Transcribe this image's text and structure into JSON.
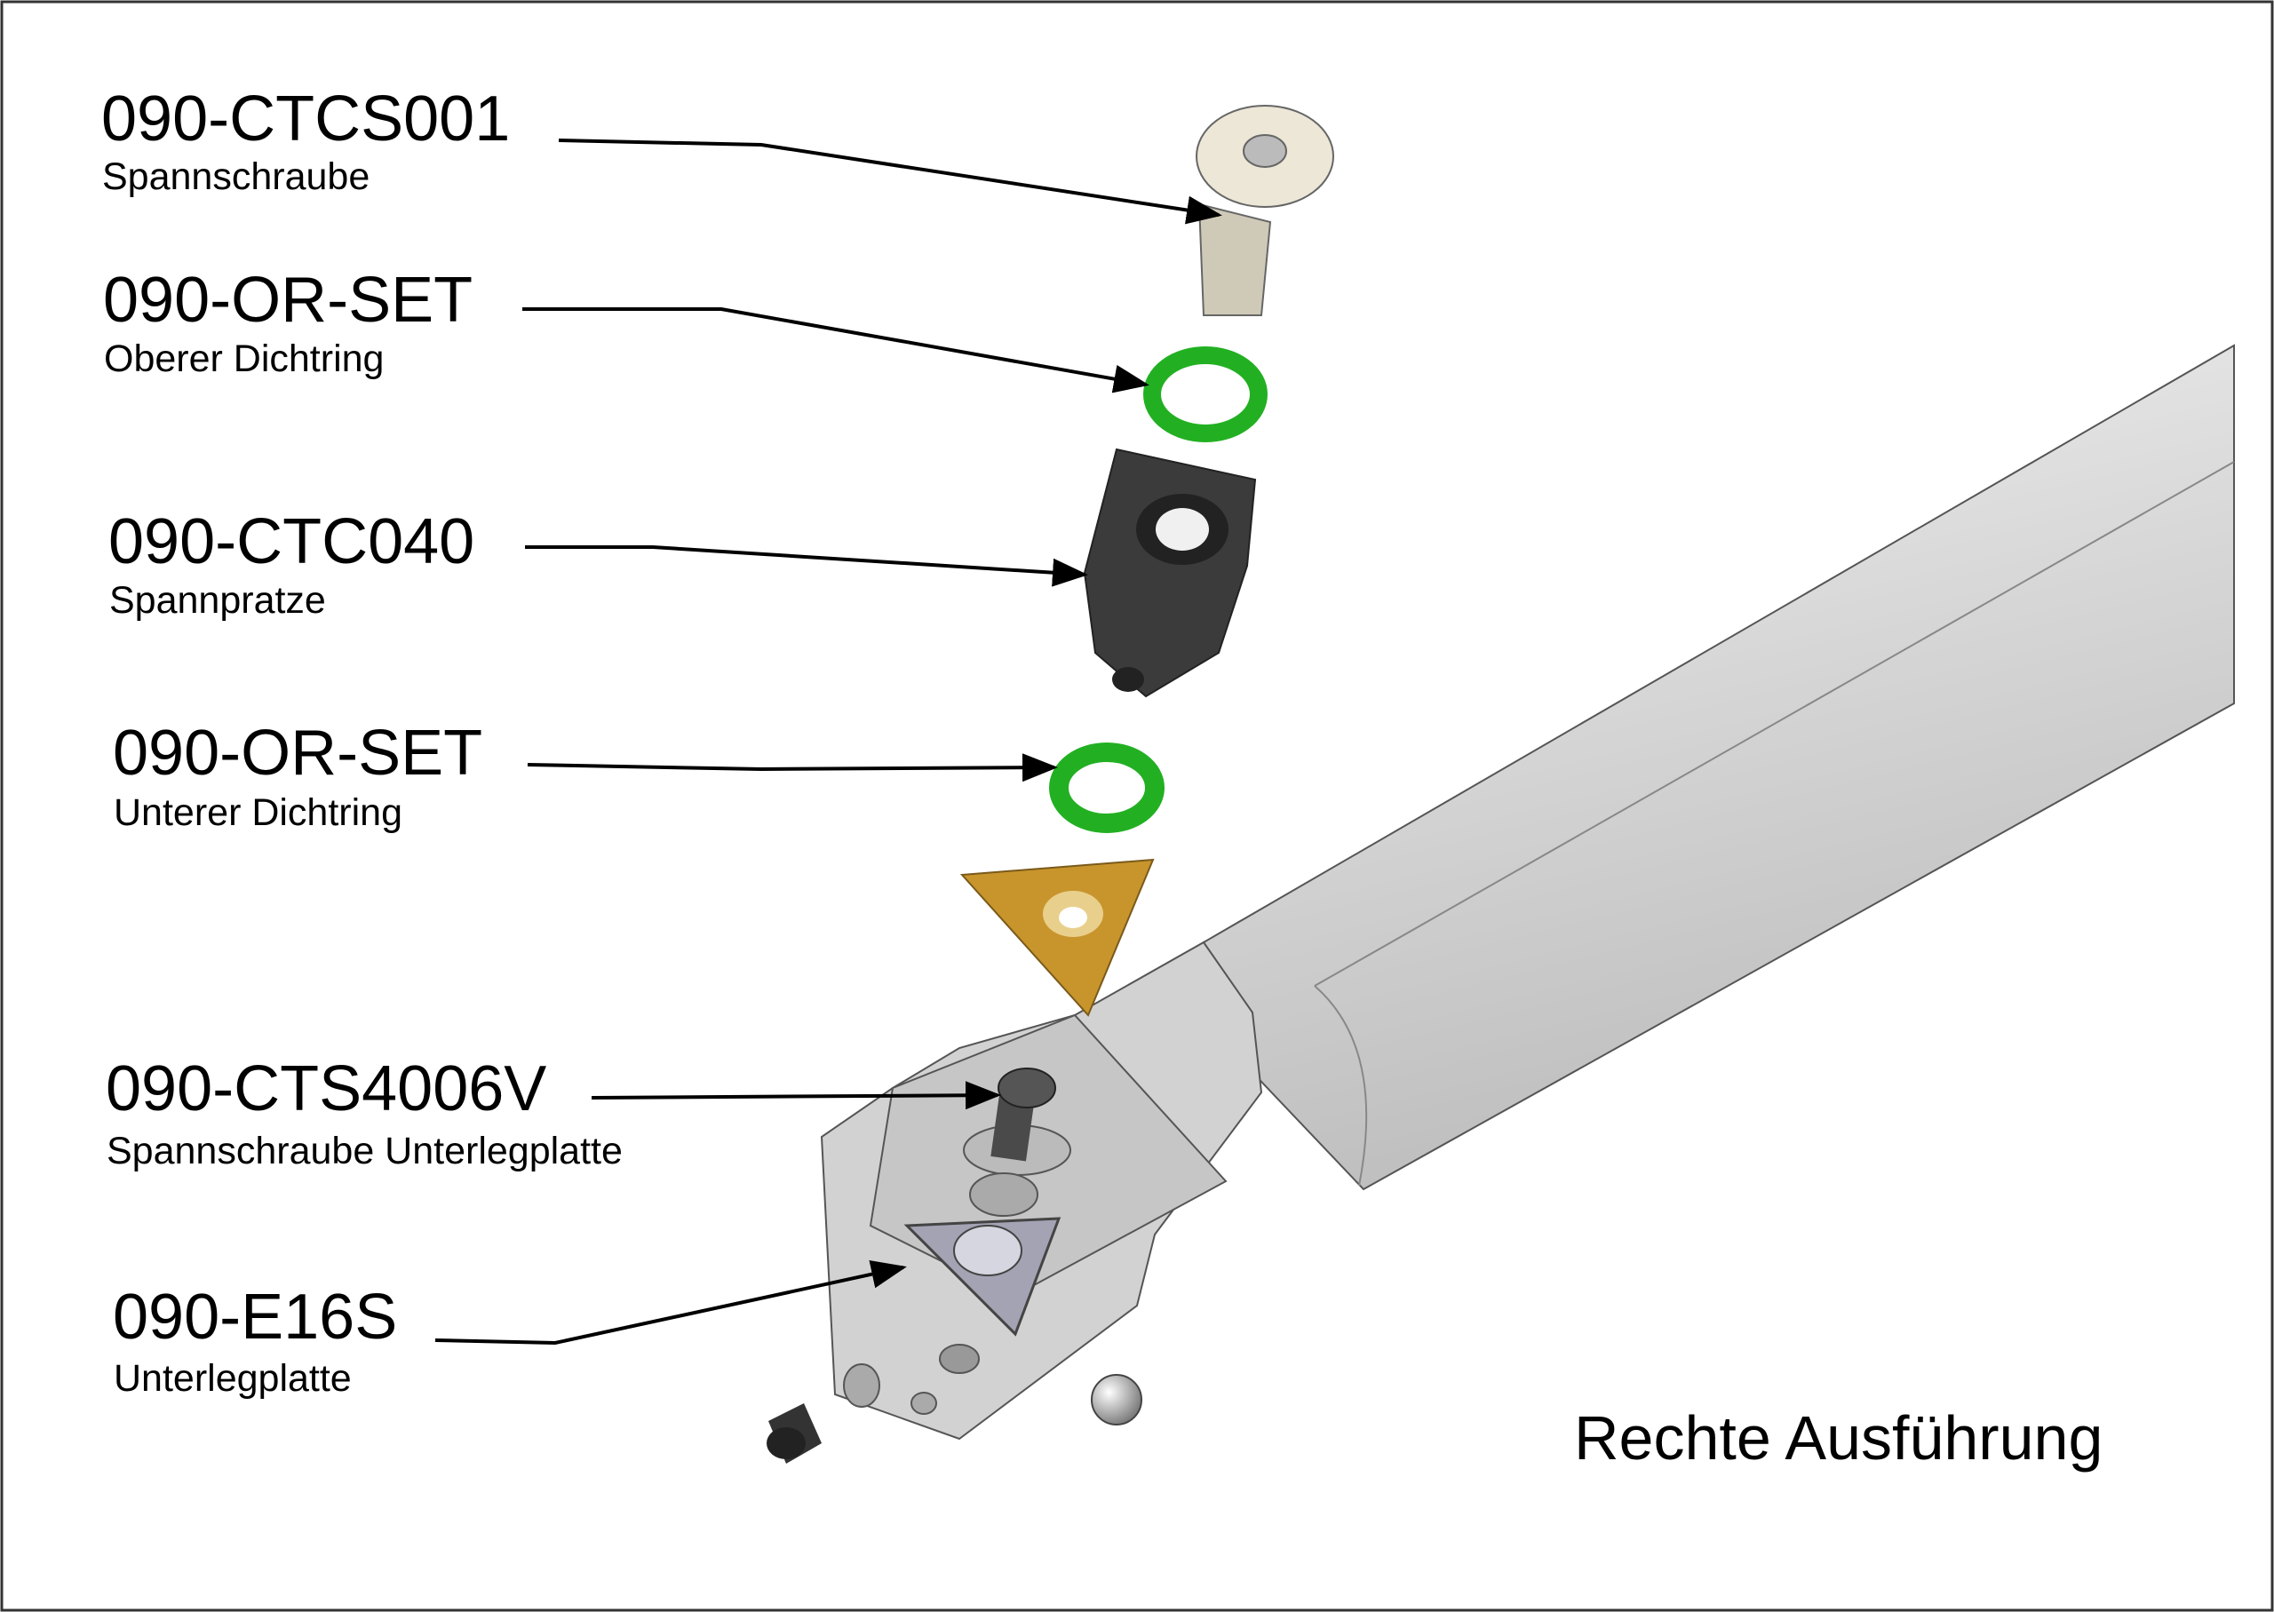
{
  "parts": [
    {
      "code": "090-CTCS001",
      "description": "Spannschraube"
    },
    {
      "code": "090-OR-SET",
      "description": "Oberer Dichtring"
    },
    {
      "code": "090-CTC040",
      "description": "Spannpratze"
    },
    {
      "code": "090-OR-SET",
      "description": "Unterer Dichtring"
    },
    {
      "code": "090-CTS4006V",
      "description": "Spannschraube Unterlegplatte"
    },
    {
      "code": "090-E16S",
      "description": "Unterlegplatte"
    }
  ],
  "caption": "Rechte Ausführung",
  "colors": {
    "seal_ring": "#22b022",
    "insert": "#c8952c",
    "clamp": "#3b3b3b",
    "shim": "#a3a3b4",
    "bar": "#d9d9d9"
  }
}
